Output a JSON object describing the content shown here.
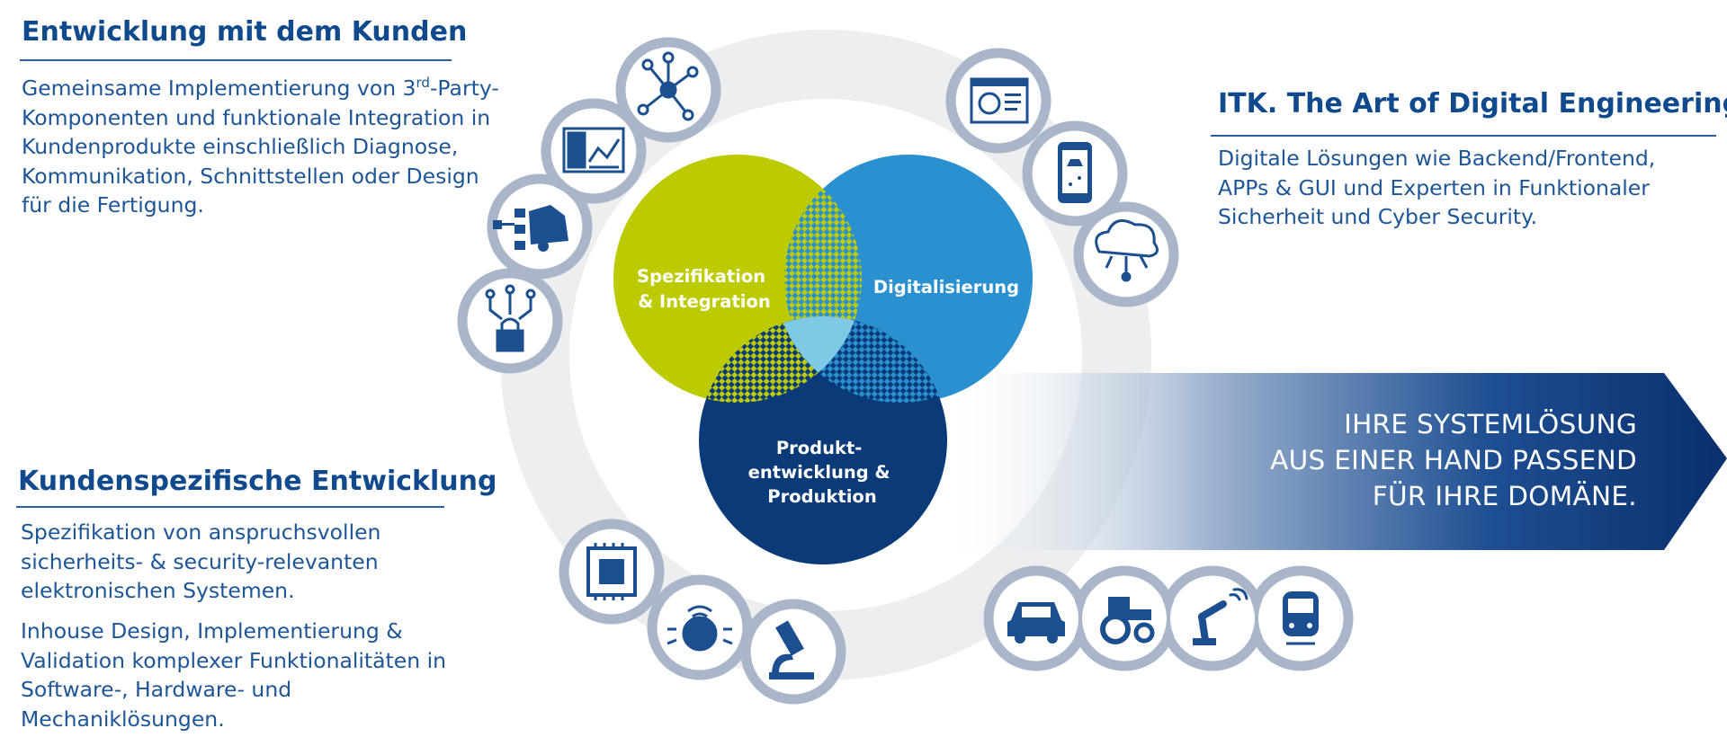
{
  "sections": {
    "kunden": {
      "title": "Entwicklung mit dem Kunden",
      "text_before_sup": "Gemeinsame Implementierung von 3",
      "text_sup": "rd",
      "text_line1_rest": "-Party-",
      "lines": [
        "Komponenten und funktionale Integration in",
        "Kundenprodukte einschließlich Diagnose,",
        "Kommunikation, Schnittstellen oder Design",
        "für die Fertigung."
      ]
    },
    "itk": {
      "title": "ITK. The Art of Digital Engineering.",
      "lines": [
        "Digitale Lösungen wie Backend/Frontend,",
        "APPs & GUI und Experten in Funktionaler",
        "Sicherheit und Cyber Security."
      ]
    },
    "kundenspezifisch": {
      "title": "Kundenspezifische Entwicklung",
      "para1": [
        "Spezifikation von anspruchsvollen",
        "sicherheits- & security-relevanten",
        "elektronischen Systemen."
      ],
      "para2": [
        "Inhouse Design, Implementierung &",
        "Validation komplexer Funktionalitäten in",
        "Software-, Hardware- und",
        "Mechaniklösungen."
      ]
    }
  },
  "venn": {
    "spezifikation": [
      "Spezifikation",
      "& Integration"
    ],
    "digitalisierung": [
      "Digitalisierung"
    ],
    "produktion": [
      "Produkt-",
      "entwicklung &",
      "Produktion"
    ]
  },
  "arrow": {
    "lines": [
      "IHRE SYSTEMLÖSUNG",
      "AUS EINER HAND PASSEND",
      "FÜR IHRE DOMÄNE."
    ]
  },
  "icons": [
    "network-icon",
    "chart-display-icon",
    "car-diagram-icon",
    "circuit-lock-icon",
    "web-browser-icon",
    "smartphone-car-icon",
    "cloud-network-icon",
    "microchip-icon",
    "sensor-gauge-icon",
    "microscope-icon",
    "car-icon",
    "tractor-icon",
    "robot-arm-icon",
    "train-icon"
  ],
  "colors": {
    "navy": "#0a3a78",
    "lime": "#bccb00",
    "blue": "#2a90cf",
    "light_cyan": "#7ec9e6",
    "ring_grey": "#eceeef",
    "icon_ring": "#a9b6c9",
    "heading": "#114a8c"
  }
}
